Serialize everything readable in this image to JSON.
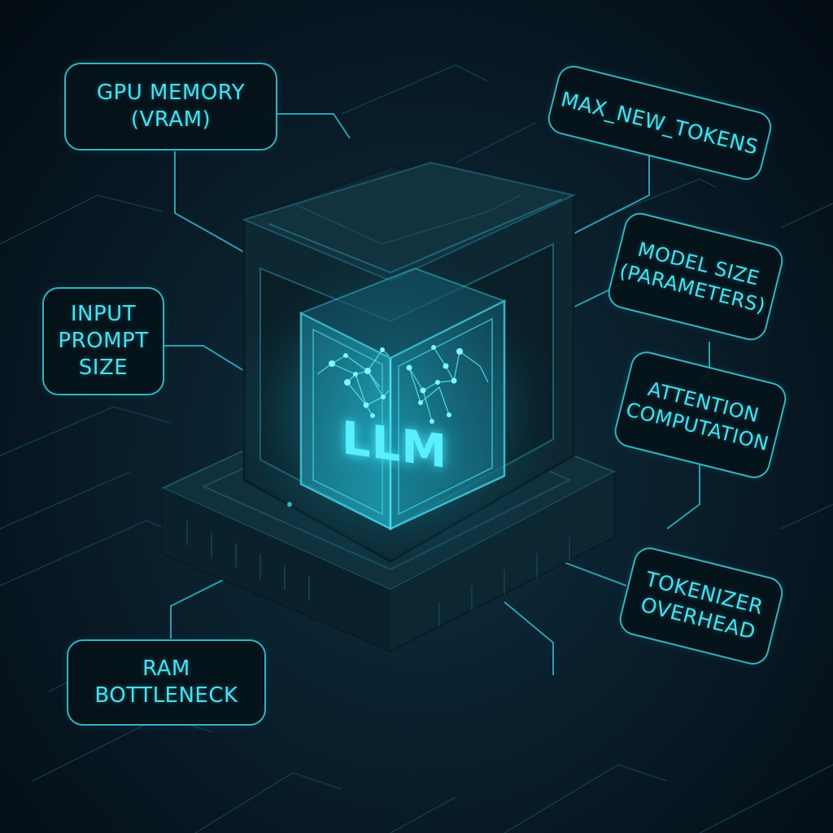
{
  "diagram": {
    "center": {
      "label": "LLM",
      "icon": "neural-network-cube-icon"
    },
    "factors": [
      {
        "id": "gpu-memory",
        "lines": [
          "GPU MEMORY",
          "(VRAM)"
        ]
      },
      {
        "id": "max-new-tokens",
        "lines": [
          "MAX_NEW_TOKENS"
        ]
      },
      {
        "id": "model-size",
        "lines": [
          "MODEL SIZE",
          "(PARAMETERS)"
        ]
      },
      {
        "id": "input-prompt-size",
        "lines": [
          "INPUT",
          "PROMPT",
          "SIZE"
        ]
      },
      {
        "id": "attention-computation",
        "lines": [
          "ATTENTION",
          "COMPUTATION"
        ]
      },
      {
        "id": "tokenizer-overhead",
        "lines": [
          "TOKENIZER",
          "OVERHEAD"
        ]
      },
      {
        "id": "ram-bottleneck",
        "lines": [
          "RAM",
          "BOTTLENECK"
        ]
      }
    ]
  },
  "colors": {
    "accent": "#47e0ee",
    "border": "#2fb5c2",
    "background": "#071722",
    "glow": "#58f0ff"
  }
}
